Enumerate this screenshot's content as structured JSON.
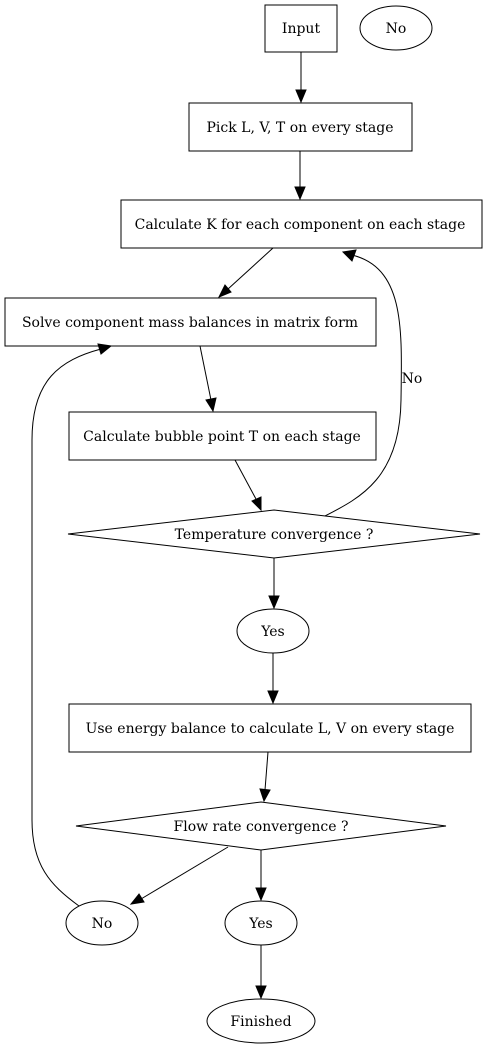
{
  "nodes": {
    "input": "Input",
    "no_top": "No",
    "pick": "Pick L, V, T on every stage",
    "calc_k": "Calculate K for each component on each stage",
    "solve": "Solve component mass balances in matrix form",
    "bubble": "Calculate bubble point T on each stage",
    "temp_conv": "Temperature convergence ?",
    "yes_temp": "Yes",
    "energy": "Use energy balance to calculate L, V on every stage",
    "flow_conv": "Flow rate convergence ?",
    "no_flow": "No",
    "yes_flow": "Yes",
    "finished": "Finished"
  },
  "edge_labels": {
    "temp_no": "No"
  }
}
